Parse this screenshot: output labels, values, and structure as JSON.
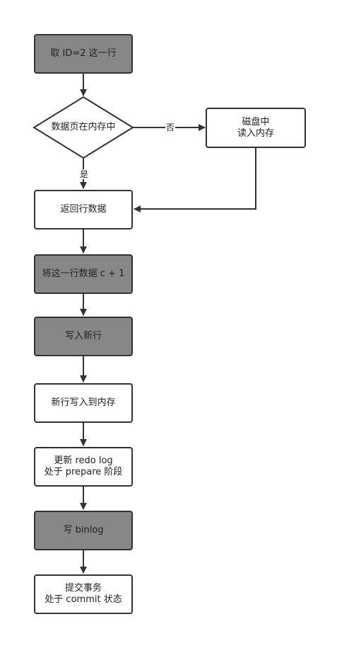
{
  "diagram": {
    "nodes": {
      "fetch_row": {
        "line1": "取 ID=2 这一行"
      },
      "in_memory_check": {
        "line1": "数据页在内存中"
      },
      "disk_read": {
        "line1": "磁盘中",
        "line2": "读入内存"
      },
      "return_row": {
        "line1": "返回行数据"
      },
      "increment": {
        "line1": "将这一行数据 c + 1"
      },
      "write_new_row": {
        "line1": "写入新行"
      },
      "new_row_to_memory": {
        "line1": "新行写入到内存"
      },
      "update_redo": {
        "line1": "更新 redo log",
        "line2": "处于 prepare 阶段"
      },
      "write_binlog": {
        "line1": "写 binlog"
      },
      "commit": {
        "line1": "提交事务",
        "line2": "处于 commit 状态"
      }
    },
    "edge_labels": {
      "no": "否",
      "yes": "是"
    },
    "colors": {
      "dark_fill": "#878787",
      "light_fill": "#ffffff",
      "stroke": "#333333"
    }
  }
}
